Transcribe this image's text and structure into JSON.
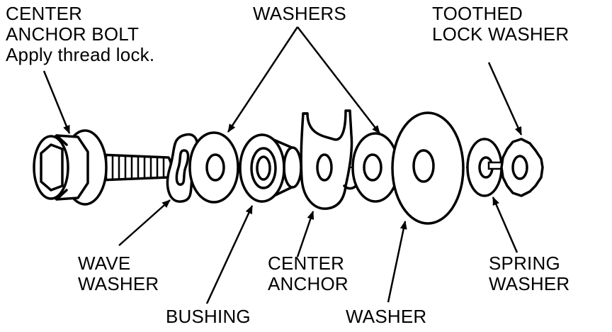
{
  "labels": {
    "center_anchor_bolt": [
      "CENTER",
      "ANCHOR BOLT",
      "Apply thread lock."
    ],
    "washers_top": [
      "WASHERS"
    ],
    "toothed_lock_washer": [
      "TOOTHED",
      "LOCK WASHER"
    ],
    "wave_washer": [
      "WAVE",
      "WASHER"
    ],
    "bushing": [
      "BUSHING"
    ],
    "center_anchor": [
      "CENTER",
      "ANCHOR"
    ],
    "washer_bottom": [
      "WASHER"
    ],
    "spring_washer": [
      "SPRING",
      "WASHER"
    ]
  },
  "colors": {
    "ink": "#000000",
    "paper": "#ffffff"
  }
}
